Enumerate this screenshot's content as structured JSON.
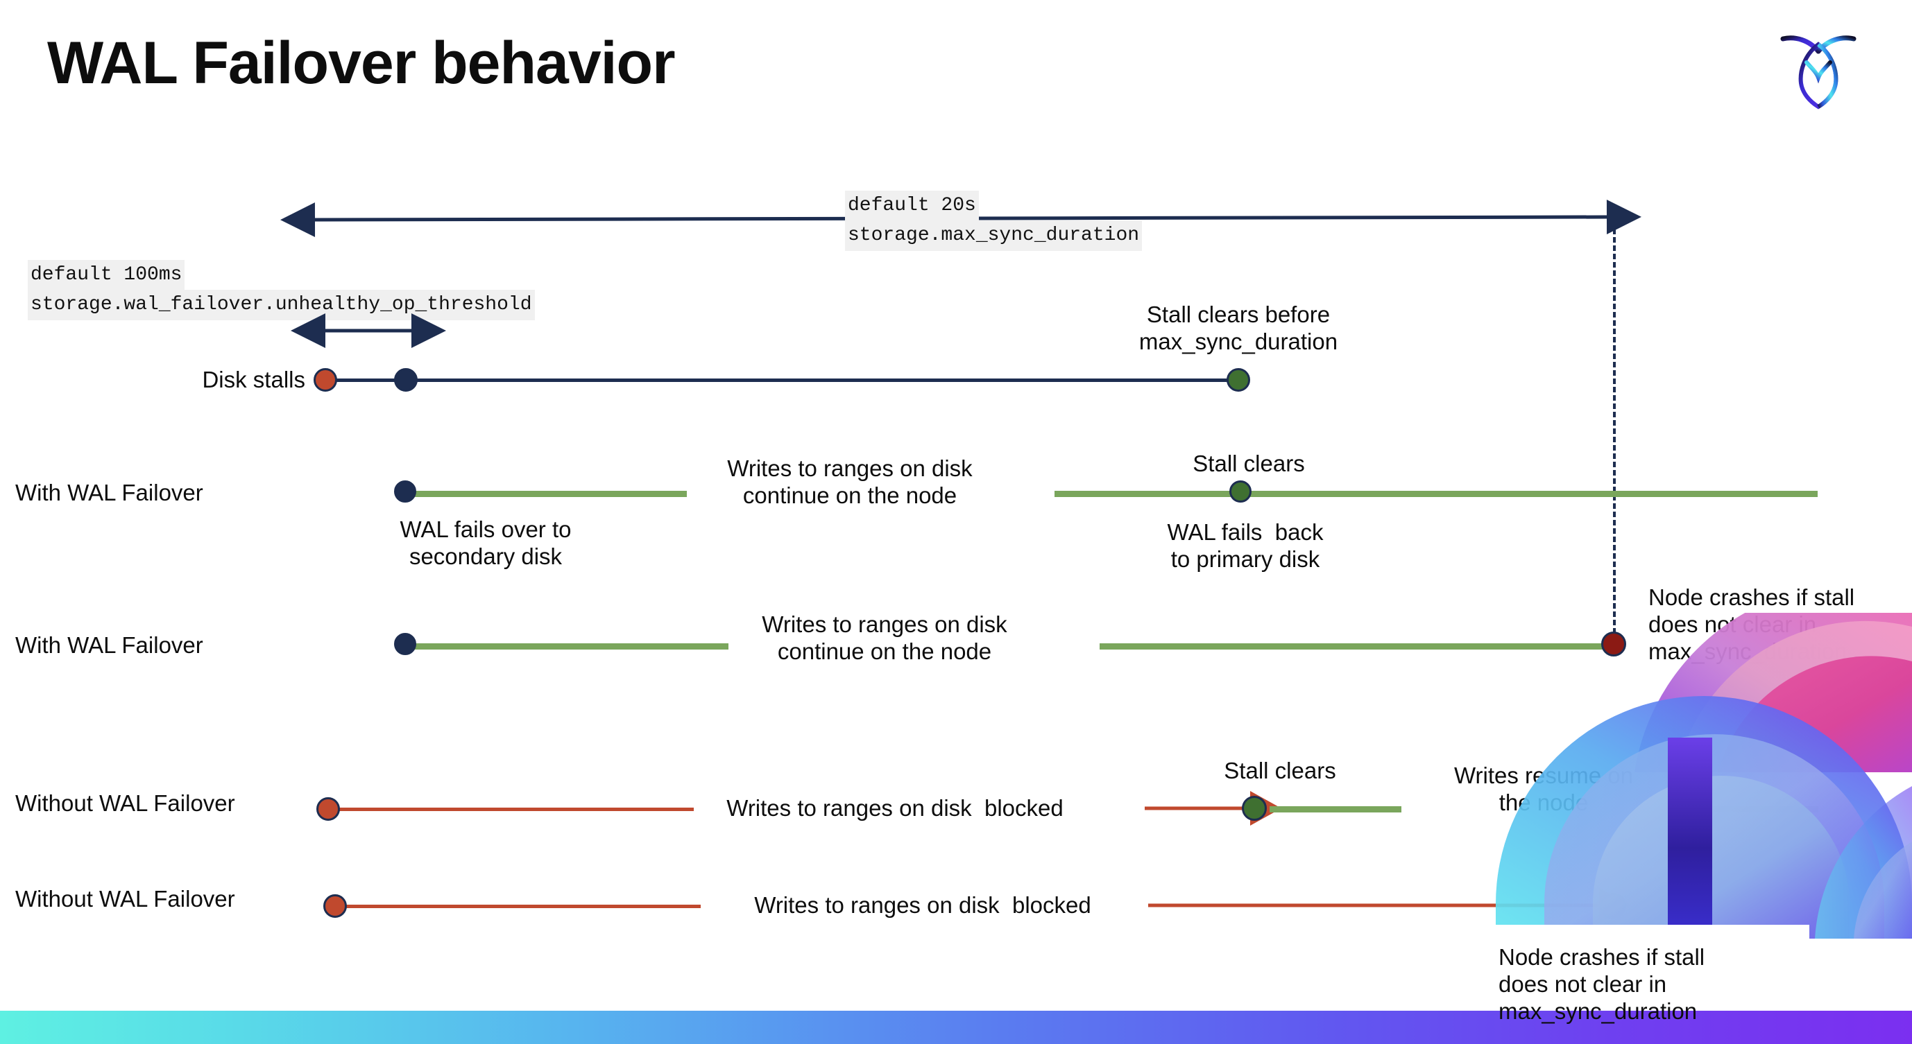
{
  "slide": {
    "title": "WAL Failover behavior",
    "logo_name": "cockroachdb-logo"
  },
  "settings": {
    "max_sync": {
      "default_label": "default 20s",
      "setting_label": "storage.max_sync_duration"
    },
    "unhealthy_op": {
      "default_label": "default 100ms",
      "setting_label": "storage.wal_failover.unhealthy_op_threshold"
    }
  },
  "rows": [
    {
      "id": "disk-stalls",
      "row_label": "Disk stalls",
      "note_above": "Stall clears before\nmax_sync_duration",
      "notes": []
    },
    {
      "id": "with-wal-failover-1",
      "row_label": "With WAL Failover",
      "note_mid": "Writes to ranges on disk\ncontinue on the node",
      "note_above_right": "Stall clears",
      "note_below_left": "WAL fails over to\nsecondary disk",
      "note_below_right": "WAL fails  back\nto primary disk"
    },
    {
      "id": "with-wal-failover-2",
      "row_label": "With WAL Failover",
      "note_mid": "Writes to ranges on disk\ncontinue on the node",
      "note_right": "Node crashes if stall\ndoes not clear in\nmax_sync_duration"
    },
    {
      "id": "without-wal-failover-1",
      "row_label": "Without WAL Failover",
      "note_mid": "Writes to ranges on disk  blocked",
      "note_above_right": "Stall clears",
      "note_right": "Writes resume on\nthe node"
    },
    {
      "id": "without-wal-failover-2",
      "row_label": "Without WAL Failover",
      "note_mid": "Writes to ranges on disk  blocked",
      "note_callout": "Node crashes if stall\ndoes not clear in\nmax_sync_duration"
    }
  ],
  "colors": {
    "navy": "#1d2d50",
    "red": "#c0492e",
    "dark_red": "#8b1a14",
    "green_line": "#7aa65c",
    "green_dot": "#3f7031",
    "code_bg": "#f0f0f0",
    "text": "#0d0d0d"
  }
}
